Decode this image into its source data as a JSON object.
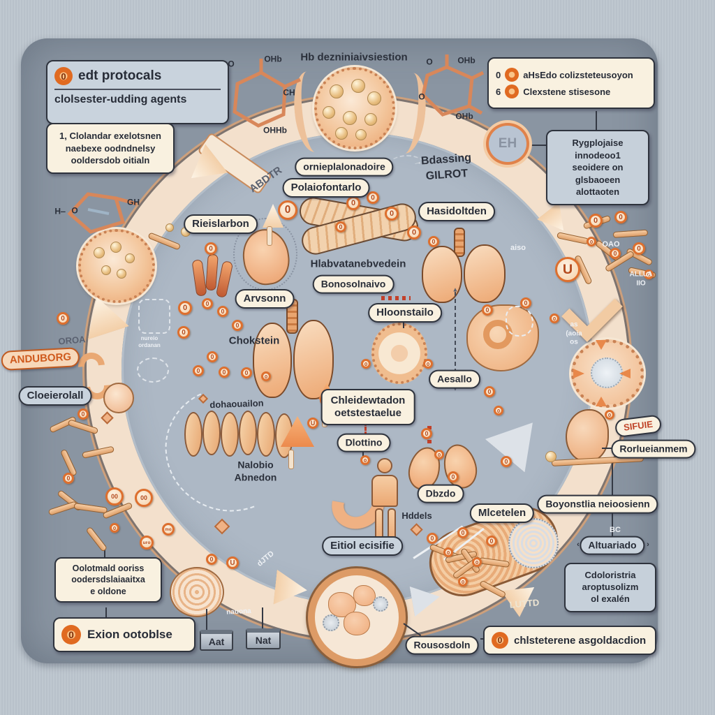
{
  "title": "Hb dezniniaivsiestion",
  "colors": {
    "accent_orange": "#e06a21",
    "panel": "#8a95a2",
    "ring_band": "#f3e0cc",
    "inner_disc": "#adb8c5",
    "cream_box": "#f9f1e0",
    "blue_box": "#c6d0da",
    "dark_text": "#2b303b",
    "red_text": "#bf4226"
  },
  "boxes": {
    "header": {
      "badge": "0",
      "title": "edt protocals",
      "subtitle": "clolsester-udding agents"
    },
    "intro": {
      "lines": [
        "1, Clolandar exelotsnen",
        "naebexe oodndnelsy",
        "ooldersdob oitialn"
      ]
    },
    "legend": {
      "items": [
        {
          "num": "0",
          "label": "aHsEdo colizsteteusoyon"
        },
        {
          "num": "6",
          "label": "Clexstene stisesone"
        }
      ]
    },
    "regulation": {
      "lines": [
        "Rygplojaise",
        "innodeoo1",
        "seoidere on",
        "glsbaoeen",
        "alottaoten"
      ]
    },
    "eh_badge": "EH",
    "metabolism": {
      "lines": [
        "Cdoloristria",
        "aroptusolizm",
        "ol exalén"
      ]
    },
    "aggregation": {
      "icon": "0",
      "label": "chlsteterene asgoldacdion"
    },
    "excretion": {
      "icon": "0",
      "label": "Exion ootoblse"
    },
    "steroid": {
      "lines": [
        "Oolotmald ooriss",
        "oodersdslaiaaitxa",
        "e oldone"
      ]
    },
    "tabs": [
      {
        "label": "Aat"
      },
      {
        "label": "Nat"
      }
    ]
  },
  "scatter": {
    "pills": [
      [
        "ornieplalonadoire",
        493,
        239,
        "c",
        14
      ],
      [
        "Polaiofontarlo",
        467,
        269,
        "c",
        15
      ],
      [
        "Rieislarbon",
        316,
        321,
        "c",
        15
      ],
      [
        "Hasidoltden",
        654,
        303,
        "c",
        15
      ],
      [
        "Bonosolnaivo",
        506,
        407,
        "c",
        14
      ],
      [
        "Hloonstailo",
        580,
        448,
        "c",
        15
      ],
      [
        "Arvsonn",
        379,
        428,
        "c",
        15
      ],
      [
        "Aesallo",
        651,
        543,
        "c",
        14
      ],
      [
        "Dlottino",
        521,
        634,
        "c",
        14
      ],
      [
        "Dbzdo",
        631,
        707,
        "c",
        14
      ],
      [
        "Mlcetelen",
        719,
        735,
        "c",
        15
      ],
      [
        "Eitiol ecisifie",
        519,
        782,
        "b",
        15
      ],
      [
        "Rorlueianmem",
        936,
        643,
        "c",
        14
      ],
      [
        "Boyonstlia neioosienn",
        856,
        722,
        "c",
        14
      ],
      [
        "Altuariado",
        877,
        781,
        "b",
        14
      ],
      [
        "Rousosdoln",
        633,
        924,
        "c",
        14
      ],
      [
        "Cloeierolall",
        79,
        567,
        "b",
        15
      ],
      [
        "ANDUBORG",
        58,
        514,
        "o",
        15,
        -3
      ],
      [
        "SIFUIE",
        914,
        610,
        "r",
        13,
        -7
      ],
      [
        "Chleidewtadon\noetstestaelue",
        527,
        583,
        "cbox",
        15
      ]
    ],
    "labels": [
      [
        "Hb dezniniaivsiestion",
        507,
        83,
        15,
        "dark",
        0
      ],
      [
        "Bdassing",
        639,
        229,
        16,
        "dark",
        -4
      ],
      [
        "GILROT",
        640,
        251,
        16,
        "dark",
        -4
      ],
      [
        "ABDTR",
        381,
        258,
        15,
        "mid",
        -35
      ],
      [
        "OROA",
        103,
        488,
        13,
        "mid",
        -5
      ],
      [
        "aiso",
        742,
        356,
        11,
        "light",
        0
      ],
      [
        "OAO",
        875,
        351,
        11,
        "light",
        0
      ],
      [
        "ALLLA\nIIO",
        918,
        400,
        10,
        "light",
        0
      ],
      [
        "as\n(aoia\nos",
        822,
        478,
        10,
        "light",
        0
      ],
      [
        "BC",
        881,
        760,
        11,
        "light",
        0
      ],
      [
        "LUTTD",
        751,
        865,
        13,
        "cream",
        -5
      ],
      [
        "nauona",
        342,
        877,
        10,
        "light",
        -3
      ],
      [
        "dJTD",
        381,
        801,
        11,
        "light",
        -40
      ],
      [
        "Chokstein",
        364,
        489,
        15,
        "dark",
        0
      ],
      [
        "dohaouailon",
        339,
        579,
        13,
        "dark",
        -2
      ],
      [
        "Nalobio\nAbnedon",
        366,
        675,
        14,
        "dark",
        0
      ],
      [
        "Hddels",
        597,
        739,
        13,
        "dark",
        0
      ],
      [
        "Hlabvatanebvedein",
        513,
        379,
        15,
        "dark",
        0
      ],
      [
        "nureio\nordanan",
        214,
        490,
        8,
        "light",
        0
      ],
      [
        "CH",
        414,
        133,
        12,
        "dark",
        0
      ],
      [
        "O",
        331,
        92,
        12,
        "dark",
        0
      ],
      [
        "OHb",
        391,
        85,
        12,
        "dark",
        0
      ],
      [
        "OHHb",
        394,
        187,
        12,
        "dark",
        0
      ],
      [
        "H‒",
        86,
        303,
        12,
        "dark",
        0
      ],
      [
        "O",
        107,
        302,
        12,
        "dark",
        0
      ],
      [
        "GH",
        191,
        290,
        12,
        "dark",
        0
      ],
      [
        "O",
        615,
        89,
        12,
        "dark",
        0
      ],
      [
        "OHb",
        668,
        87,
        12,
        "dark",
        0
      ],
      [
        "O",
        604,
        139,
        12,
        "dark",
        0
      ],
      [
        "OHb",
        665,
        167,
        12,
        "dark",
        0
      ],
      [
        "‹",
        828,
        781,
        11,
        "dark",
        0
      ],
      [
        "›",
        928,
        781,
        11,
        "dark",
        0
      ],
      [
        "→",
        598,
        232,
        13,
        "lightb",
        -10
      ],
      [
        "▲",
        652,
        415,
        9,
        "mid",
        0
      ],
      [
        "▼",
        652,
        557,
        9,
        "mid",
        0
      ]
    ],
    "droplets": [
      [
        412,
        301,
        28,
        "0"
      ],
      [
        506,
        291,
        20,
        "0"
      ],
      [
        534,
        283,
        18,
        "0"
      ],
      [
        561,
        306,
        20,
        "0"
      ],
      [
        593,
        333,
        20,
        "0"
      ],
      [
        621,
        346,
        16,
        "0"
      ],
      [
        488,
        325,
        16,
        "0"
      ],
      [
        302,
        356,
        18,
        "0"
      ],
      [
        265,
        441,
        20,
        "0"
      ],
      [
        297,
        435,
        16,
        "0"
      ],
      [
        319,
        446,
        16,
        "0"
      ],
      [
        263,
        476,
        18,
        "0"
      ],
      [
        340,
        466,
        16,
        "0"
      ],
      [
        304,
        511,
        16,
        "0"
      ],
      [
        284,
        531,
        16,
        "0"
      ],
      [
        321,
        533,
        16,
        "0"
      ],
      [
        353,
        534,
        16,
        "0"
      ],
      [
        381,
        539,
        14,
        "0"
      ],
      [
        90,
        456,
        18,
        "0"
      ],
      [
        119,
        593,
        16,
        "0"
      ],
      [
        98,
        685,
        16,
        "0"
      ],
      [
        164,
        756,
        14,
        "0"
      ],
      [
        448,
        606,
        16,
        "U"
      ],
      [
        466,
        573,
        16,
        "0"
      ],
      [
        523,
        659,
        14,
        "0"
      ],
      [
        611,
        621,
        16,
        "0"
      ],
      [
        629,
        651,
        14,
        "0"
      ],
      [
        649,
        683,
        16,
        "0"
      ],
      [
        701,
        561,
        16,
        "0"
      ],
      [
        714,
        588,
        14,
        "0"
      ],
      [
        725,
        661,
        16,
        "0"
      ],
      [
        619,
        771,
        16,
        "0"
      ],
      [
        642,
        791,
        14,
        "0"
      ],
      [
        663,
        763,
        16,
        "0"
      ],
      [
        683,
        805,
        14,
        "0"
      ],
      [
        704,
        775,
        16,
        "0"
      ],
      [
        663,
        833,
        14,
        "0"
      ],
      [
        853,
        316,
        20,
        "0"
      ],
      [
        889,
        311,
        18,
        "0"
      ],
      [
        847,
        346,
        14,
        "0"
      ],
      [
        881,
        363,
        16,
        "0"
      ],
      [
        915,
        356,
        18,
        "0"
      ],
      [
        813,
        386,
        36,
        "U"
      ],
      [
        929,
        393,
        14,
        "0"
      ],
      [
        698,
        444,
        16,
        "0"
      ],
      [
        753,
        434,
        16,
        "0"
      ],
      [
        794,
        456,
        14,
        "0"
      ],
      [
        873,
        594,
        14,
        "0"
      ],
      [
        303,
        801,
        16,
        "0"
      ],
      [
        333,
        806,
        18,
        "U"
      ],
      [
        524,
        521,
        14,
        "0"
      ],
      [
        613,
        521,
        14,
        "0"
      ],
      [
        241,
        758,
        18,
        "mo"
      ],
      [
        210,
        777,
        20,
        "uro"
      ],
      [
        164,
        711,
        26,
        "00"
      ],
      [
        206,
        713,
        26,
        "00"
      ]
    ],
    "balls": [
      [
        482,
        131,
        18
      ],
      [
        513,
        123,
        18
      ],
      [
        536,
        141,
        18
      ],
      [
        471,
        161,
        16
      ],
      [
        501,
        169,
        18
      ],
      [
        531,
        171,
        16
      ],
      [
        489,
        191,
        16
      ],
      [
        517,
        193,
        14
      ],
      [
        142,
        362,
        14
      ],
      [
        166,
        354,
        14
      ],
      [
        186,
        370,
        12
      ],
      [
        152,
        387,
        12
      ],
      [
        174,
        392,
        12
      ],
      [
        266,
        332,
        12
      ],
      [
        243,
        326,
        10
      ],
      [
        789,
        654,
        14
      ]
    ],
    "sticks": [
      [
        72,
        612,
        40,
        -25
      ],
      [
        98,
        600,
        44,
        18
      ],
      [
        90,
        640,
        40,
        65
      ],
      [
        118,
        648,
        46,
        -12
      ],
      [
        84,
        700,
        40,
        38
      ],
      [
        70,
        730,
        42,
        -18
      ],
      [
        106,
        720,
        48,
        8
      ],
      [
        126,
        752,
        40,
        52
      ],
      [
        148,
        735,
        44,
        -22
      ],
      [
        798,
        332,
        46,
        12
      ],
      [
        836,
        320,
        40,
        -18
      ],
      [
        854,
        342,
        44,
        38
      ],
      [
        878,
        332,
        50,
        -4
      ],
      [
        898,
        354,
        40,
        28
      ],
      [
        826,
        362,
        44,
        65
      ],
      [
        868,
        382,
        46,
        -32
      ],
      [
        900,
        382,
        40,
        12
      ],
      [
        616,
        778,
        44,
        22
      ],
      [
        638,
        798,
        46,
        -12
      ],
      [
        662,
        782,
        40,
        55
      ],
      [
        686,
        798,
        44,
        8
      ],
      [
        650,
        822,
        46,
        -36
      ],
      [
        688,
        830,
        40,
        28
      ],
      [
        213,
        332,
        48,
        22
      ],
      [
        790,
        659,
        132,
        -3
      ]
    ],
    "lines": [
      [
        854,
        158,
        30,
        90,
        "d"
      ],
      [
        748,
        207,
        35,
        0,
        "d"
      ],
      [
        578,
        457,
        12,
        90,
        "d"
      ],
      [
        520,
        646,
        12,
        90,
        "d"
      ],
      [
        862,
        641,
        24,
        0,
        "d"
      ],
      [
        877,
        657,
        110,
        90,
        "d"
      ],
      [
        152,
        869,
        17,
        90,
        "d"
      ],
      [
        296,
        871,
        33,
        90,
        "d"
      ],
      [
        376,
        869,
        33,
        90,
        "d"
      ],
      [
        578,
        892,
        30,
        35,
        "d"
      ],
      [
        150,
        780,
        20,
        90,
        "d"
      ],
      [
        688,
        914,
        8,
        0,
        "d"
      ],
      [
        636,
        800,
        72,
        -38,
        "w"
      ],
      [
        592,
        798,
        84,
        -33,
        "w"
      ]
    ],
    "arrows": [
      [
        266,
        218,
        52,
        46,
        232,
        "cream"
      ],
      [
        116,
        424,
        62,
        54,
        -18,
        "cream"
      ],
      [
        776,
        298,
        40,
        36,
        142,
        "cream"
      ],
      [
        392,
        820,
        50,
        46,
        96,
        "cream"
      ],
      [
        588,
        838,
        44,
        40,
        80,
        "gray"
      ],
      [
        725,
        832,
        46,
        42,
        55,
        "cream"
      ],
      [
        706,
        598,
        74,
        62,
        40,
        "gray"
      ],
      [
        402,
        596,
        48,
        44,
        0,
        "orange"
      ],
      [
        376,
        292,
        30,
        34,
        0,
        "cream"
      ],
      [
        456,
        548,
        24,
        24,
        0,
        "orange"
      ],
      [
        853,
        487,
        16,
        14,
        180,
        "orange2"
      ],
      [
        853,
        568,
        16,
        14,
        0,
        "orange2"
      ],
      [
        822,
        527,
        14,
        16,
        90,
        "orange2"
      ],
      [
        888,
        527,
        14,
        16,
        270,
        "orange2"
      ]
    ]
  }
}
